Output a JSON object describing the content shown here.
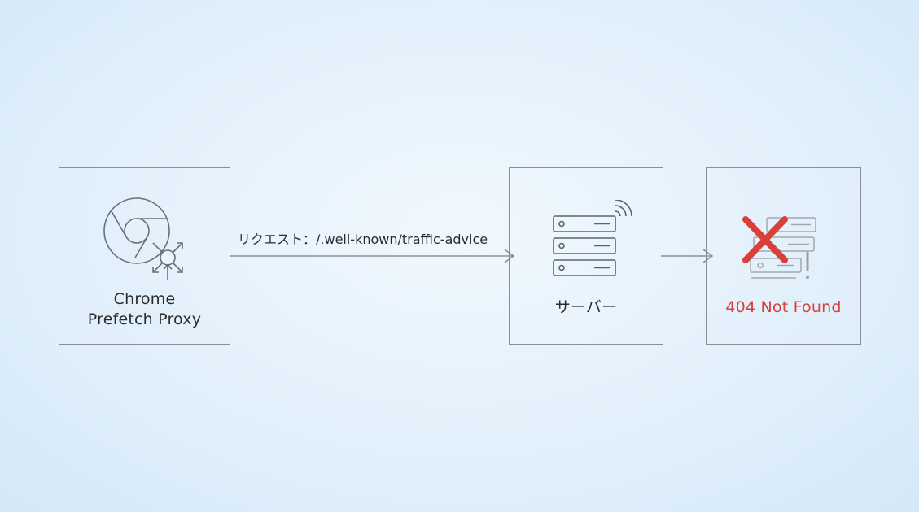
{
  "nodes": {
    "proxy": {
      "line1": "Chrome",
      "line2": "Prefetch Proxy",
      "icon": "chrome-prefetch-proxy-icon"
    },
    "server": {
      "label": "サーバー",
      "icon": "server-icon"
    },
    "error": {
      "label": "404 Not Found",
      "icon": "server-error-icon",
      "color": "#d9403a"
    }
  },
  "edges": {
    "request": {
      "label": "リクエスト：/.well-known/traffic-advice"
    },
    "response": {
      "label": ""
    }
  },
  "colors": {
    "line": "#8a8f96",
    "error": "#d9403a",
    "background": "#e6f2fc"
  }
}
